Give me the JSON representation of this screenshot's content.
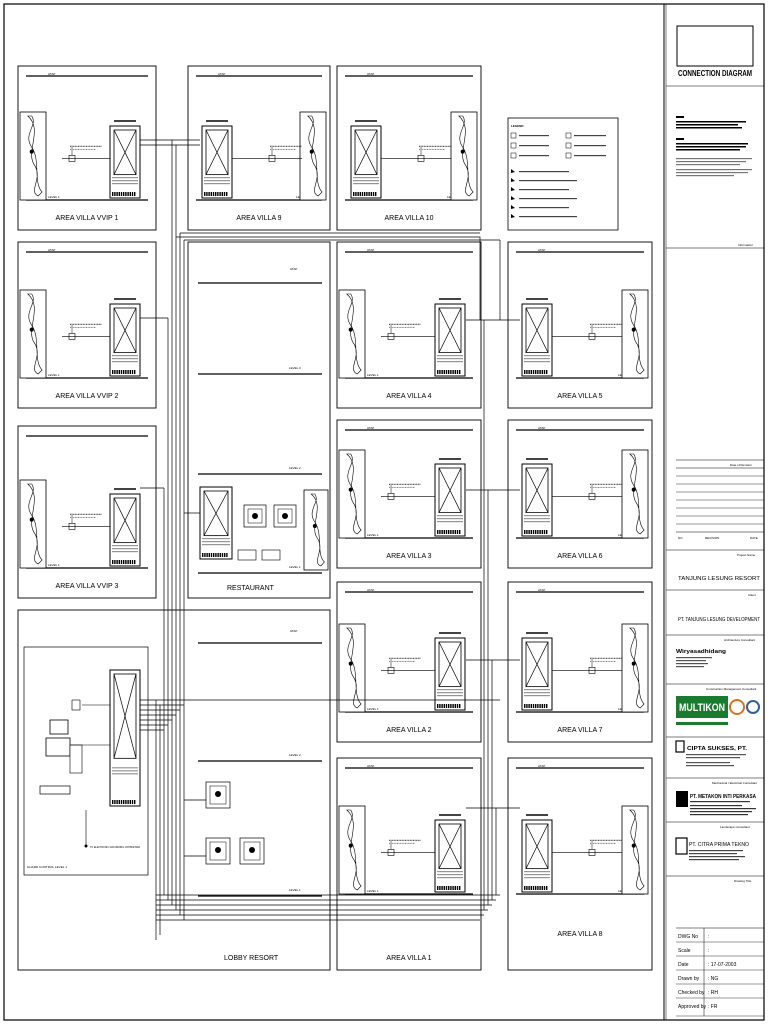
{
  "areas": [
    {
      "id": "vvip1",
      "title": "AREA VILLA VVIP 1",
      "level": "LEVEL 1",
      "atap": "ATAP"
    },
    {
      "id": "villa9",
      "title": "AREA VILLA 9",
      "level": "LEVEL 1",
      "atap": "ATAP"
    },
    {
      "id": "villa10",
      "title": "AREA VILLA 10",
      "level": "LEVEL 1",
      "atap": "ATAP"
    },
    {
      "id": "vvip2",
      "title": "AREA VILLA VVIP 2",
      "level": "LEVEL 1",
      "atap": "ATAP"
    },
    {
      "id": "vvip3",
      "title": "AREA VILLA VVIP 3",
      "level": "LEVEL 1",
      "atap": ""
    },
    {
      "id": "villa4",
      "title": "AREA VILLA 4",
      "level": "LEVEL 1",
      "atap": "ATAP"
    },
    {
      "id": "villa5",
      "title": "AREA VILLA 5",
      "level": "LEVEL 1",
      "atap": "ATAP"
    },
    {
      "id": "villa3",
      "title": "AREA VILLA 3",
      "level": "LEVEL 1",
      "atap": "ATAP"
    },
    {
      "id": "villa6",
      "title": "AREA VILLA 6",
      "level": "LEVEL 1",
      "atap": "ATAP"
    },
    {
      "id": "villa2",
      "title": "AREA VILLA 2",
      "level": "LEVEL 1",
      "atap": "ATAP"
    },
    {
      "id": "villa7",
      "title": "AREA VILLA 7",
      "level": "LEVEL 1",
      "atap": "ATAP"
    },
    {
      "id": "villa1",
      "title": "AREA VILLA 1",
      "level": "LEVEL 1",
      "atap": "ATAP"
    },
    {
      "id": "villa8",
      "title": "AREA VILLA 8",
      "level": "LEVEL 1",
      "atap": "ATAP"
    }
  ],
  "restaurant": {
    "title": "RESTAURANT",
    "atap": "ATAP",
    "levels": [
      "LEVEL 3",
      "LEVEL 2",
      "LEVEL 1"
    ]
  },
  "lobby": {
    "title": "LOBBY RESORT",
    "atap": "ATAP",
    "levels": [
      "LEVEL 2",
      "LEVEL 1"
    ],
    "room": "GUARD CONTROL LEVEL 1",
    "note": "TO ELECTRONIC GROUNDING COPPER BAR"
  },
  "legend": {
    "title": "LEGEND"
  },
  "title_block": {
    "drawing_title": "CONNECTION DIAGRAM",
    "information": "Information",
    "rev_header": "Date of Revision",
    "rev_cols": [
      "NO",
      "REVISION",
      "DATE"
    ],
    "project_name_label": "Project Name",
    "project_name": "TANJUNG LESUNG RESORT",
    "client_label": "Client",
    "client": "PT. TANJUNG LESUNG DEVELOPMENT",
    "architect_label": "Architecture Consultant",
    "architect": "Wiryasadhidang",
    "cm_label": "Construction Management Consultant",
    "cm": "MULTIKON",
    "structure": "CIPTA SUKSES, PT.",
    "me_label": "Mechanical / Electrical Consultant",
    "me": "PT. METAKON INTI PERKASA",
    "landscape_label": "Landscape Consultant",
    "landscape": "PT. CITRA PRIMA TEKNO",
    "drawing_title_label": "Drawing Title",
    "fields": [
      {
        "label": "DWG No",
        "value": ":"
      },
      {
        "label": "Scale",
        "value": ":"
      },
      {
        "label": "Date",
        "value": ": 17-07-2003"
      },
      {
        "label": "Drawn by",
        "value": ": NG"
      },
      {
        "label": "Checked by",
        "value": ": RH"
      },
      {
        "label": "Approved by",
        "value": ": FR"
      }
    ]
  }
}
